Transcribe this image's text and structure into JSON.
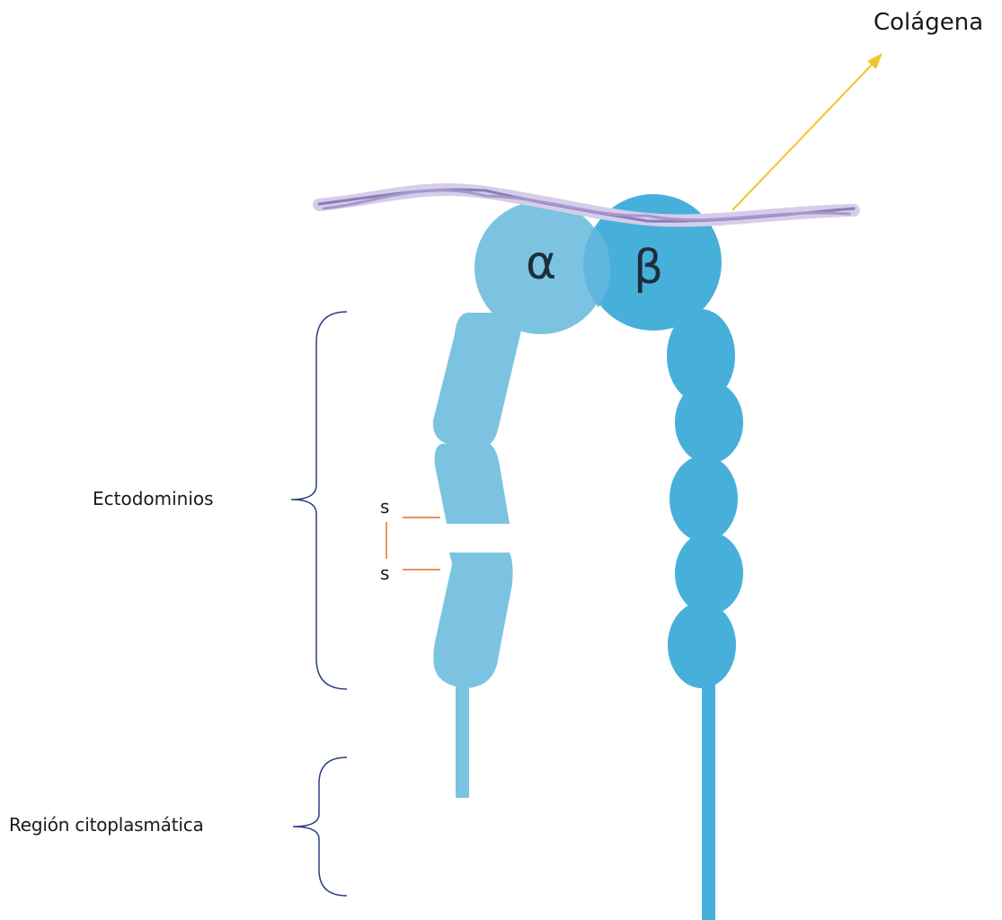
{
  "labels": {
    "collagen": "Colágena",
    "alpha": "α",
    "beta": "β",
    "ectodomains": "Ectodominios",
    "cytoplasmic_region": "Región citoplasmática",
    "disulfide_top": "s",
    "disulfide_bottom": "s"
  },
  "colors": {
    "alpha_subunit": "#7cc3e1",
    "beta_subunit": "#47b0da",
    "collagen": "#9b8ec4",
    "collagen_arrow": "#f2c330",
    "brace": "#2d3f80",
    "disulfide_bond": "#d8742e"
  }
}
